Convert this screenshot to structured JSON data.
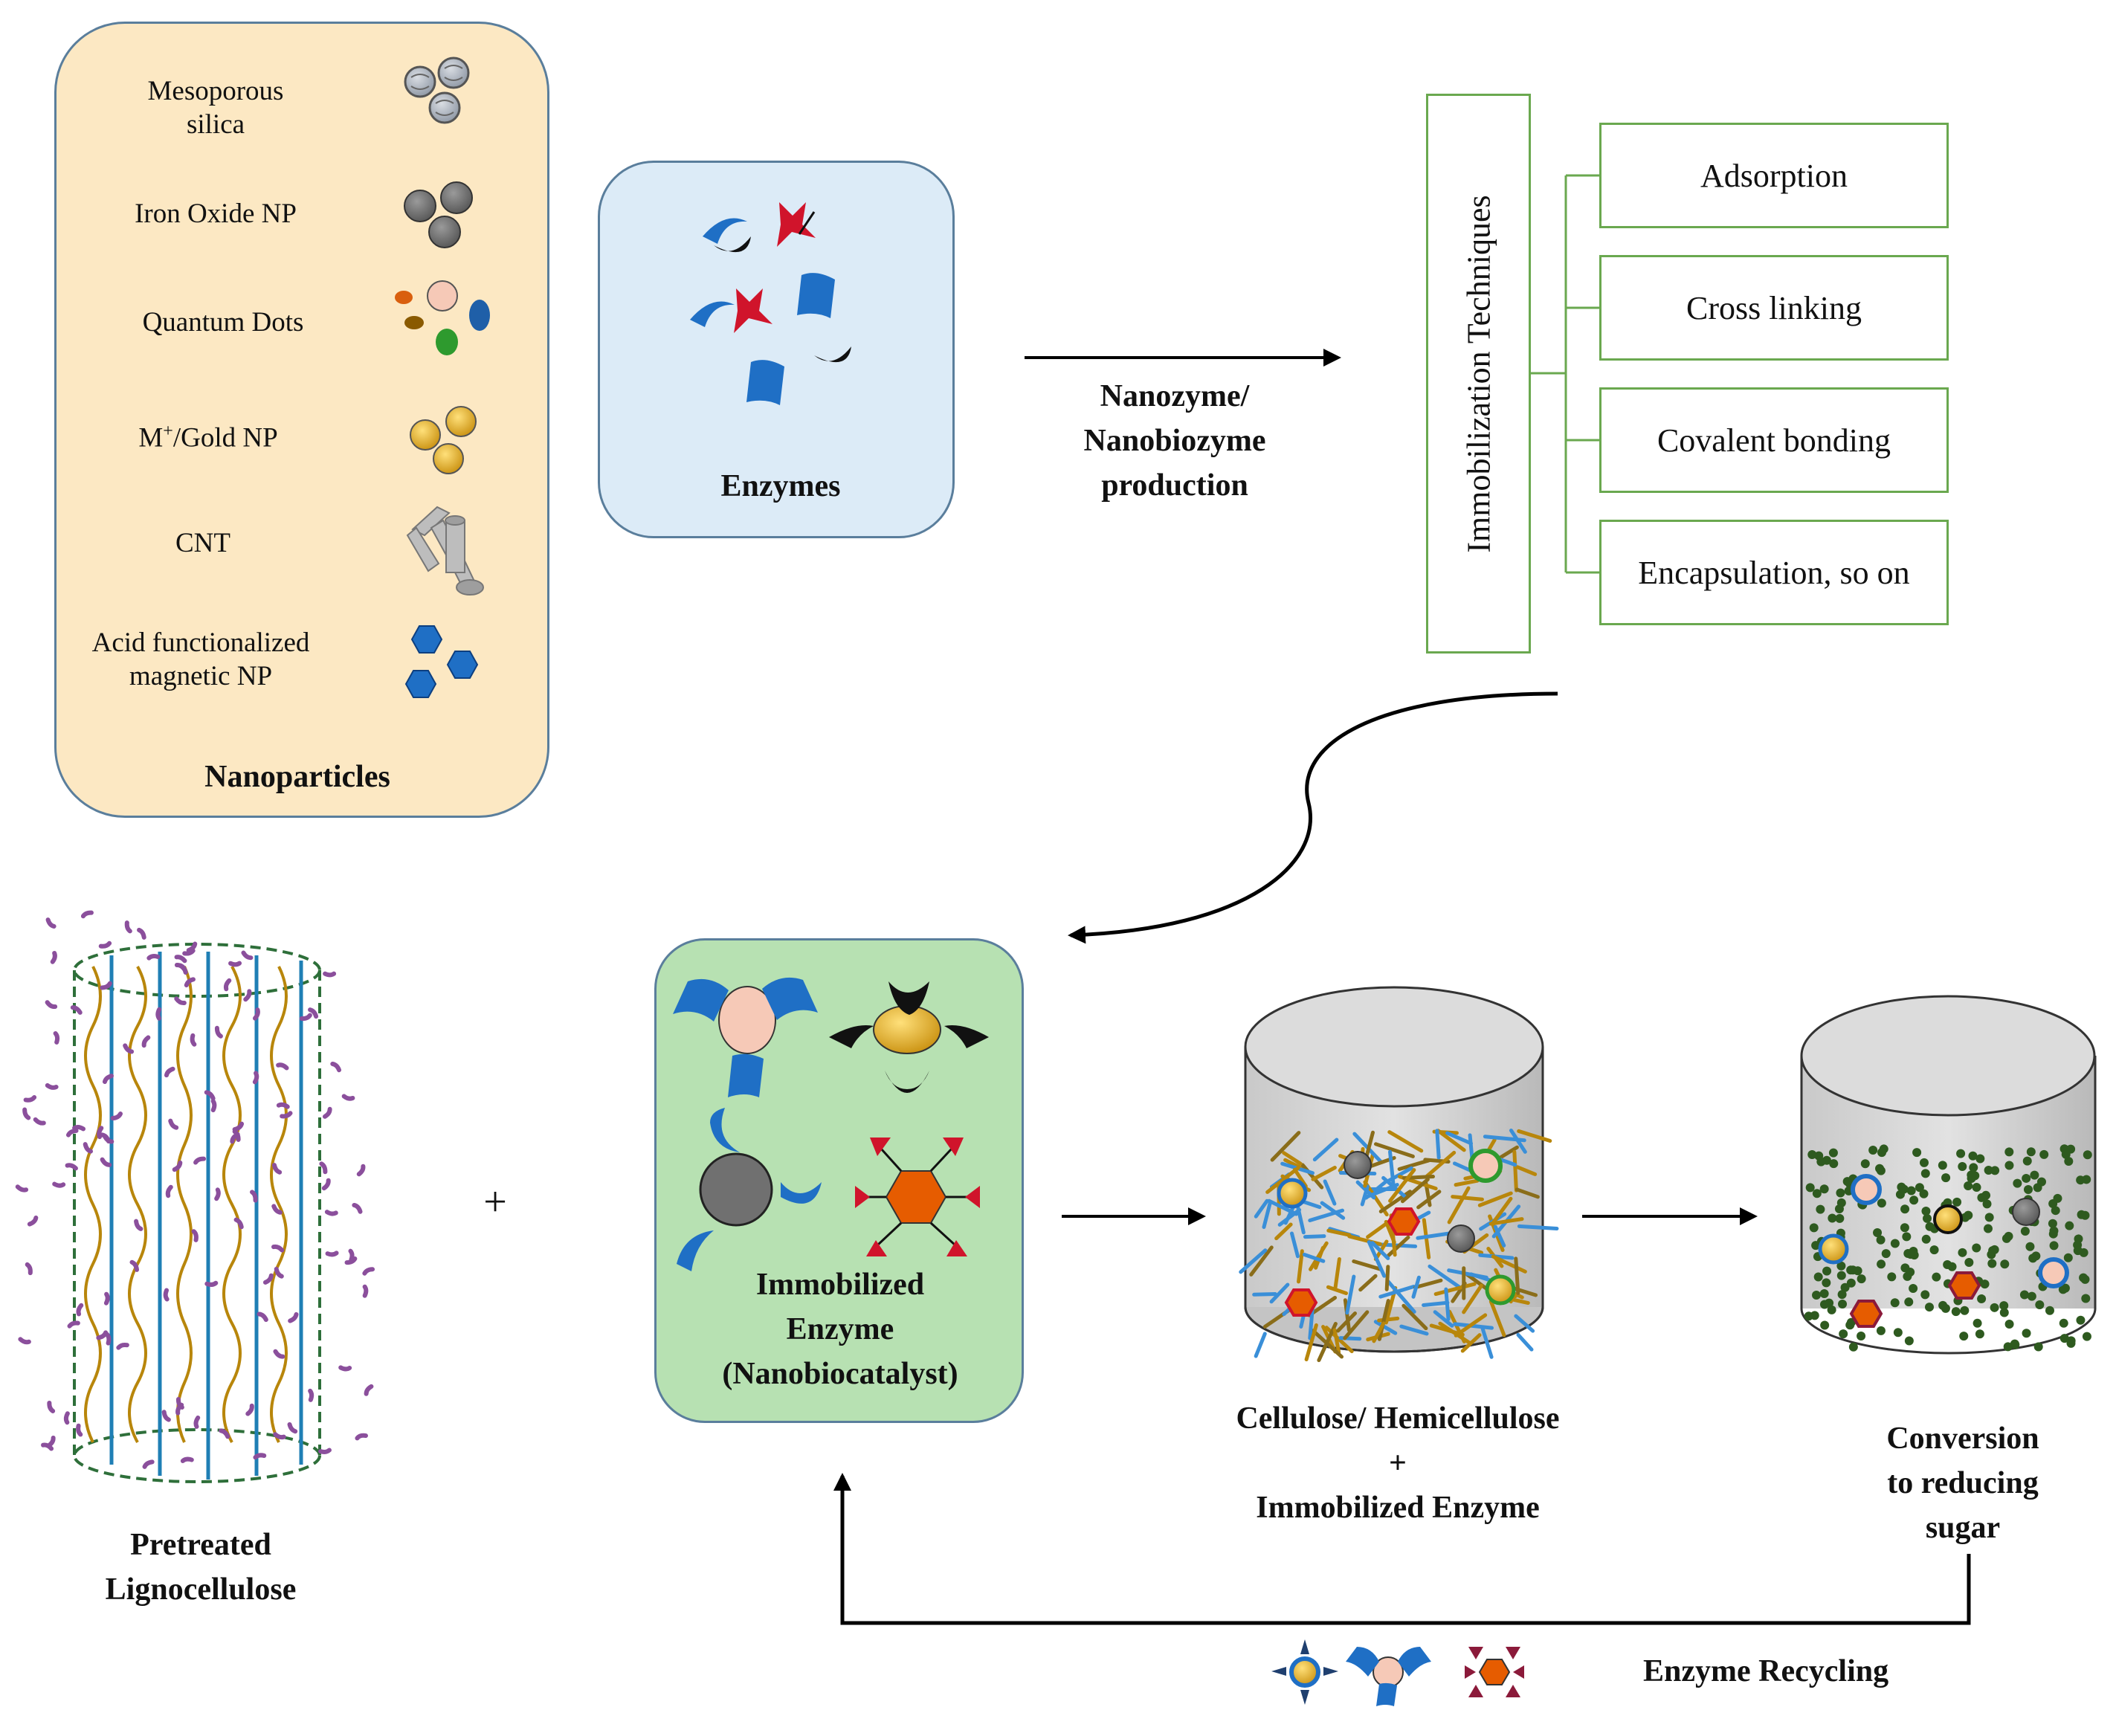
{
  "nanoparticles": {
    "items": [
      {
        "label": "Mesoporous\nsilica",
        "icon": "mesoporous-silica-icon"
      },
      {
        "label": "Iron Oxide NP",
        "icon": "iron-oxide-np-icon"
      },
      {
        "label": "Quantum Dots",
        "icon": "quantum-dots-icon"
      },
      {
        "label_pre": "M",
        "label_sup": "+",
        "label_post": "/Gold NP",
        "icon": "gold-np-icon"
      },
      {
        "label": "CNT",
        "icon": "cnt-icon"
      },
      {
        "label": "Acid functionalized\nmagnetic NP",
        "icon": "magnetic-np-icon"
      }
    ],
    "title": "Nanoparticles"
  },
  "enzymes": {
    "title": "Enzymes"
  },
  "production": {
    "line1": "Nanozyme/",
    "line2": "Nanobiozyme",
    "line3": "production"
  },
  "immobilization": {
    "title": "Immobilization  Techniques",
    "techniques": [
      "Adsorption",
      "Cross linking",
      "Covalent bonding",
      "Encapsulation, so on"
    ]
  },
  "immobilized_enzyme": {
    "line1": "Immobilized",
    "line2": "Enzyme",
    "line3": "(Nanobiocatalyst)"
  },
  "lignocellulose": {
    "line1": "Pretreated",
    "line2": "Lignocellulose"
  },
  "plus": "+",
  "reactor1": {
    "line1": "Cellulose/ Hemicellulose",
    "line2": "+",
    "line3": "Immobilized  Enzyme"
  },
  "reactor2": {
    "line1": "Conversion",
    "line2": "to reducing",
    "line3": "sugar"
  },
  "recycling": {
    "label": "Enzyme  Recycling"
  },
  "colors": {
    "np_panel": "#fce8c3",
    "enzyme_panel": "#dcebf7",
    "immobilized_panel": "#b7e1b2",
    "technique_border": "#6aa84f",
    "enzyme_blue": "#1f6fc5",
    "inhibitor_red": "#d0142b",
    "gold": "#e6b12a",
    "orange": "#e65c00",
    "grey": "#7a7a7a"
  }
}
